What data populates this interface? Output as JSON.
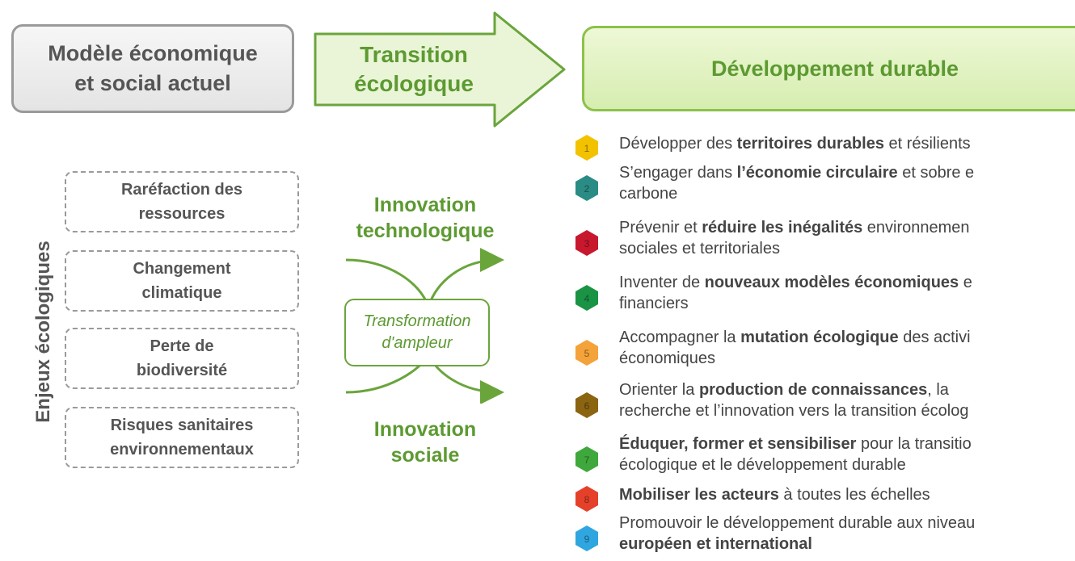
{
  "current_model": {
    "label": "Modèle économique\net social actuel"
  },
  "transition": {
    "label": "Transition\nécologique"
  },
  "sustainable_development": {
    "title": "Développement durable"
  },
  "issues": {
    "label": "Enjeux écologiques",
    "items": [
      "Raréfaction des\nressources",
      "Changement\nclimatique",
      "Perte de\nbiodiversité",
      "Risques sanitaires\nenvironnementaux"
    ]
  },
  "innovation": {
    "technological": "Innovation\ntechnologique",
    "transformation": "Transformation\nd'ampleur",
    "social": "Innovation\nsociale"
  },
  "goals": [
    {
      "number": "1",
      "color": "#f2c200",
      "line1": [
        [
          "Développer des ",
          false
        ],
        [
          "territoires durables",
          true
        ],
        [
          " et résilients",
          false
        ]
      ],
      "line2": []
    },
    {
      "number": "2",
      "color": "#2a8c84",
      "line1": [
        [
          "S’engager dans ",
          false
        ],
        [
          "l’économie circulaire",
          true
        ],
        [
          " et sobre e",
          false
        ]
      ],
      "line2": [
        [
          "carbone",
          false
        ]
      ]
    },
    {
      "number": "3",
      "color": "#c8182e",
      "line1": [
        [
          "Prévenir et ",
          false
        ],
        [
          "réduire les inégalités",
          true
        ],
        [
          " environnemen",
          false
        ]
      ],
      "line2": [
        [
          "sociales et territoriales",
          false
        ]
      ]
    },
    {
      "number": "4",
      "color": "#1a9444",
      "line1": [
        [
          "Inventer de ",
          false
        ],
        [
          "nouveaux modèles économiques",
          true
        ],
        [
          " e",
          false
        ]
      ],
      "line2": [
        [
          "financiers",
          false
        ]
      ]
    },
    {
      "number": "5",
      "color": "#f4a23a",
      "line1": [
        [
          "Accompagner la ",
          false
        ],
        [
          "mutation écologique",
          true
        ],
        [
          " des activi",
          false
        ]
      ],
      "line2": [
        [
          "économiques",
          false
        ]
      ]
    },
    {
      "number": "6",
      "color": "#8a6410",
      "line1": [
        [
          "Orienter la ",
          false
        ],
        [
          "production de connaissances",
          true
        ],
        [
          ", la",
          false
        ]
      ],
      "line2": [
        [
          "recherche et l’innovation vers la transition écolog",
          false
        ]
      ]
    },
    {
      "number": "7",
      "color": "#3fa83c",
      "line1": [
        [
          "Éduquer, former et sensibiliser",
          true
        ],
        [
          " pour la transitio",
          false
        ]
      ],
      "line2": [
        [
          "écologique et le développement durable",
          false
        ]
      ]
    },
    {
      "number": "8",
      "color": "#e5412a",
      "line1": [
        [
          "Mobiliser les acteurs",
          true
        ],
        [
          " à toutes les échelles",
          false
        ]
      ],
      "line2": []
    },
    {
      "number": "9",
      "color": "#2fa6e0",
      "line1": [
        [
          "Promouvoir le développement durable aux niveau",
          false
        ]
      ],
      "line2": [
        [
          "européen et international",
          true
        ]
      ]
    }
  ]
}
